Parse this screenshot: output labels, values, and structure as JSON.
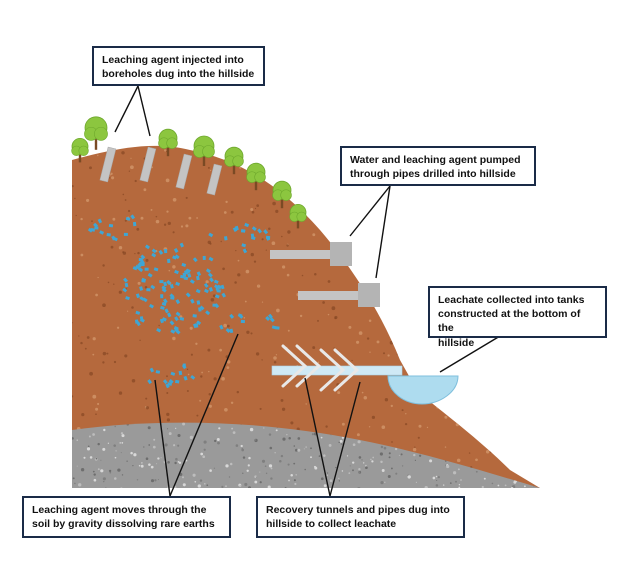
{
  "callouts": {
    "injection": {
      "line1": "Leaching agent injected into",
      "line2": "boreholes dug into the hillside"
    },
    "pumped": {
      "line1": "Water and leaching agent pumped",
      "line2": "through pipes drilled into hillside"
    },
    "tanks": {
      "line1": "Leachate collected into tanks",
      "line2": "constructed at the bottom of the",
      "line3": "hillside"
    },
    "gravity": {
      "line1": "Leaching agent moves through the",
      "line2": "soil by gravity dissolving rare earths"
    },
    "tunnels": {
      "line1": "Recovery tunnels and pipes dug into",
      "line2": "hillside to collect leachate"
    }
  },
  "colors": {
    "soil": "#b5693d",
    "soil_speck_dark": "#8a4a26",
    "soil_speck_light": "#d49a6e",
    "bedrock": "#9a9a9a",
    "leaching_agent": "#3fa6d4",
    "pipe": "#c4c4c4",
    "tree_leaf": "#8cc63f",
    "tree_trunk": "#7a4a24",
    "tank_water": "#aedcef",
    "callout_border": "#1a2b47"
  },
  "icons": [
    "tree-icon",
    "borehole-icon",
    "pipe-icon",
    "tank-icon",
    "tunnel-arrow-icon"
  ]
}
